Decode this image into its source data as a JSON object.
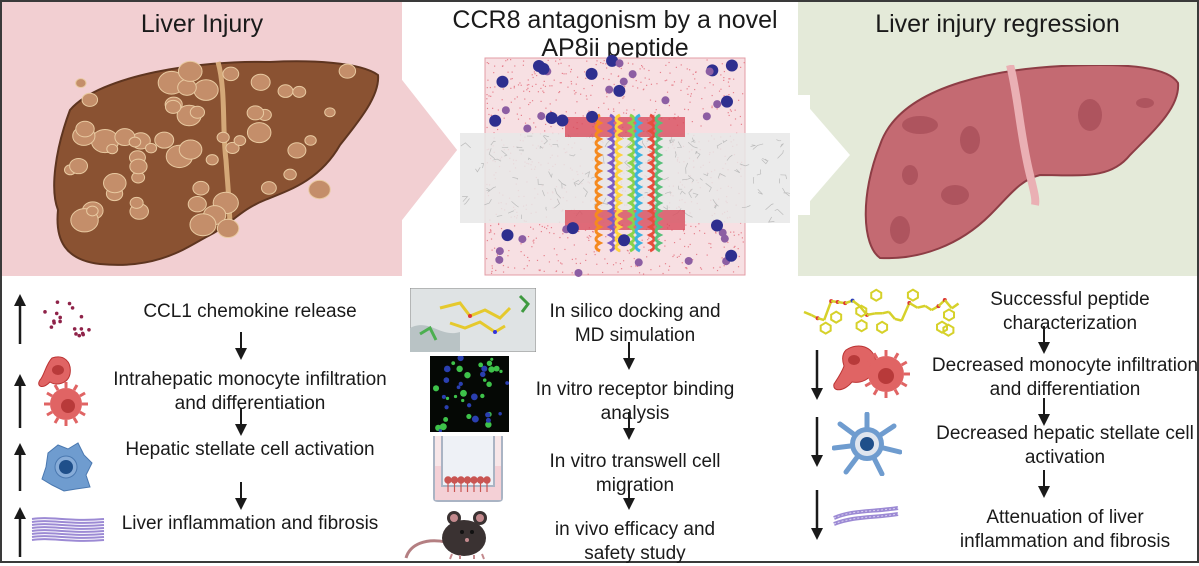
{
  "panels": {
    "left": {
      "title": "Liver Injury",
      "bg": "#f2cfd2",
      "steps": [
        {
          "label": "CCL1 chemokine release",
          "trend": "up",
          "icon": "chemokine-dots-icon"
        },
        {
          "label": "Intrahepatic monocyte infiltration and differentiation",
          "trend": "up",
          "icon": "monocyte-cells-icon"
        },
        {
          "label": "Hepatic stellate cell activation",
          "trend": "up",
          "icon": "stellate-cell-icon"
        },
        {
          "label": "Liver inflammation and fibrosis",
          "trend": "up",
          "icon": "fibrosis-fibers-icon"
        }
      ]
    },
    "center": {
      "title": "CCR8 antagonism by a novel AP8ii peptide",
      "steps": [
        {
          "label": "In silico docking and MD simulation",
          "icon": "docking-structure-icon"
        },
        {
          "label": "In vitro receptor binding analysis",
          "icon": "fluorescence-microscopy-icon"
        },
        {
          "label": "In vitro transwell cell migration",
          "icon": "transwell-insert-icon"
        },
        {
          "label": "in vivo efficacy and safety study",
          "icon": "mouse-icon"
        }
      ]
    },
    "right": {
      "title": "Liver injury regression",
      "bg": "#e4ead9",
      "steps": [
        {
          "label": "Successful peptide characterization",
          "trend": "none",
          "icon": "peptide-molecule-icon"
        },
        {
          "label": "Decreased monocyte infiltration and differentiation",
          "trend": "down",
          "icon": "monocyte-cells-icon"
        },
        {
          "label": "Decreased hepatic stellate cell activation",
          "trend": "down",
          "icon": "stellate-cell-icon"
        },
        {
          "label": "Attenuation of liver inflammation and fibrosis",
          "trend": "down",
          "icon": "fibrosis-fibers-icon"
        }
      ]
    }
  },
  "colors": {
    "injury_liver": "#8a5232",
    "nodule": "#c48e6a",
    "healthy_liver": "#c46a72",
    "monocyte": "#e06464",
    "stellate": "#6f9ccf",
    "fiber": "#9c8ad4",
    "arrow": "#1a1a1a"
  }
}
